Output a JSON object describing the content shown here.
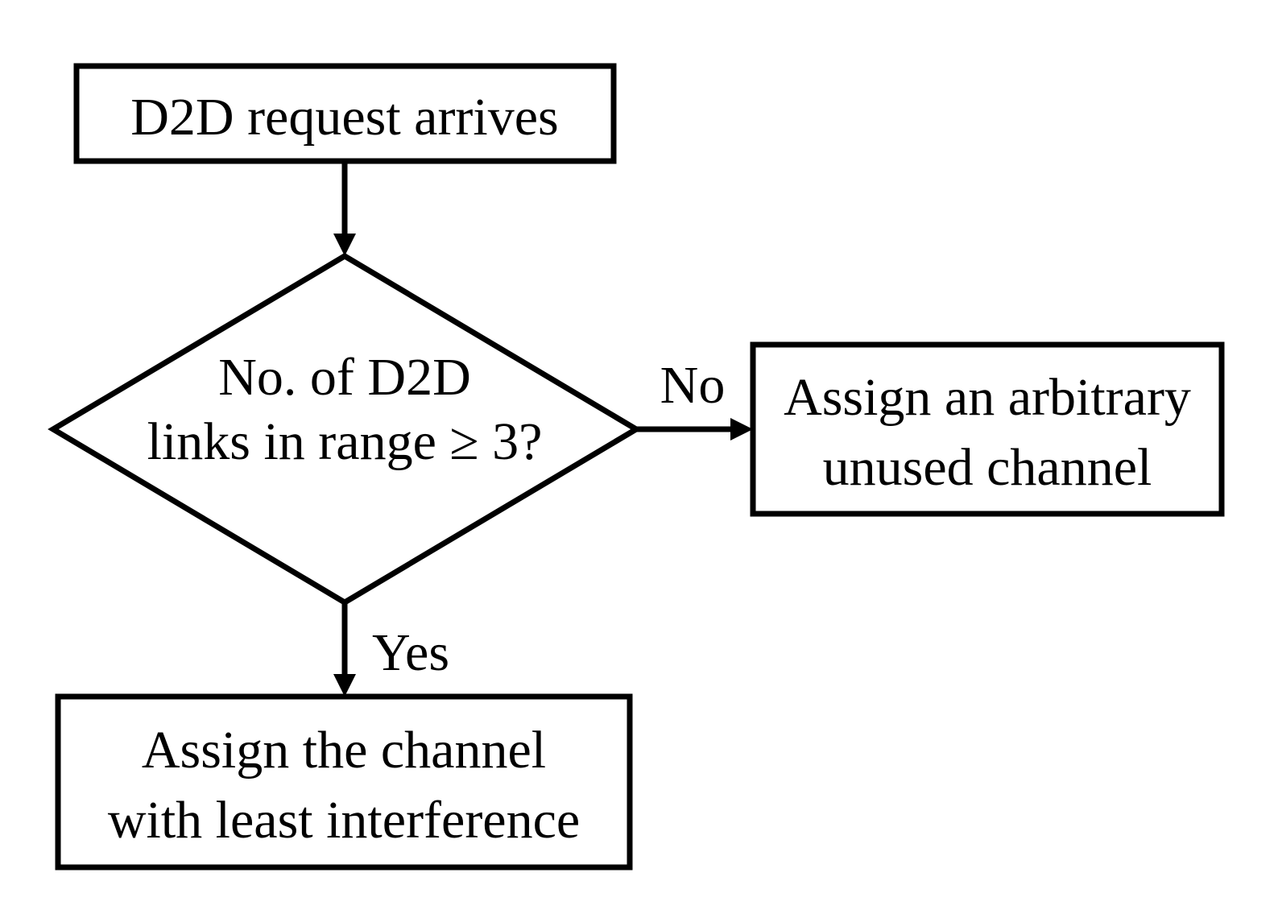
{
  "nodes": {
    "start": {
      "text": "D2D request arrives"
    },
    "decision": {
      "line1": "No. of D2D",
      "line2": "links in range ≥ 3?"
    },
    "no_action": {
      "line1": "Assign an arbitrary",
      "line2": "unused channel"
    },
    "yes_action": {
      "line1": "Assign the channel",
      "line2": "with least interference"
    }
  },
  "edges": {
    "no_label": "No",
    "yes_label": "Yes"
  },
  "colors": {
    "stroke": "#000000",
    "background": "#ffffff"
  }
}
